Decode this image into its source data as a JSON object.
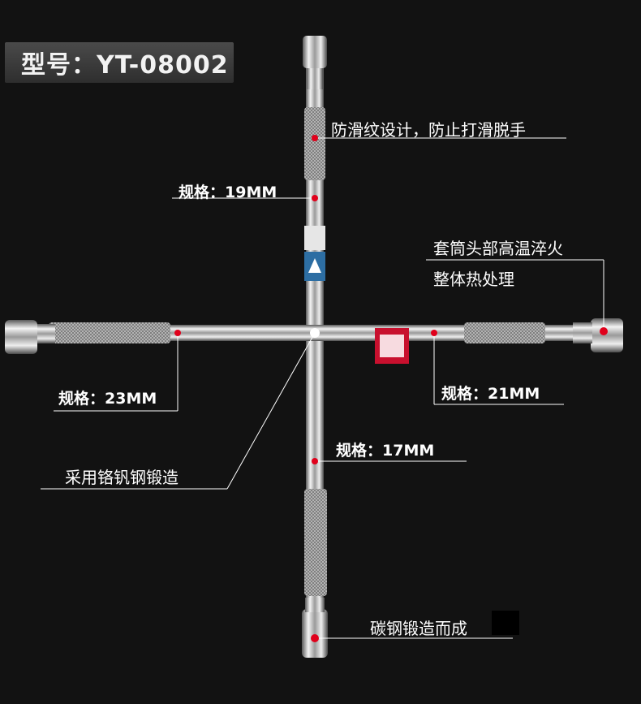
{
  "model": "型号：YT-08002",
  "labels": {
    "anti_slip": "防滑纹设计，防止打滑脱手",
    "spec_19": "规格：19MM",
    "socket_treatment_line1": "套筒头部高温淬火",
    "socket_treatment_line2": "整体热处理",
    "spec_23": "规格：23MM",
    "spec_21": "规格：21MM",
    "spec_17": "规格：17MM",
    "material": "采用铬钒钢锻造",
    "carbon_steel": "碳钢锻造而成"
  },
  "colors": {
    "background": "#121212",
    "chrome": "#d8d8d8",
    "marker": "#e0001b",
    "line": "#ffffff"
  }
}
